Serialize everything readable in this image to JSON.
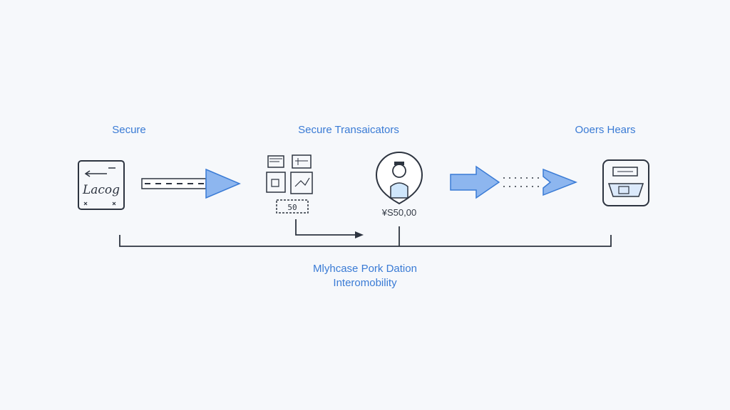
{
  "labels": {
    "left": "Secure",
    "middle": "Secure Transaicators",
    "right": "Ooers Hears"
  },
  "icons": {
    "source_box_text": "Lacog",
    "receipt_text": "50",
    "price": "¥S50,00"
  },
  "caption": {
    "line1": "Mlyhcase Pork Dation",
    "line2": "Interomobility"
  },
  "colors": {
    "accent": "#3a7bd5",
    "arrow_fill": "#8db6ef",
    "stroke": "#2d3440"
  }
}
